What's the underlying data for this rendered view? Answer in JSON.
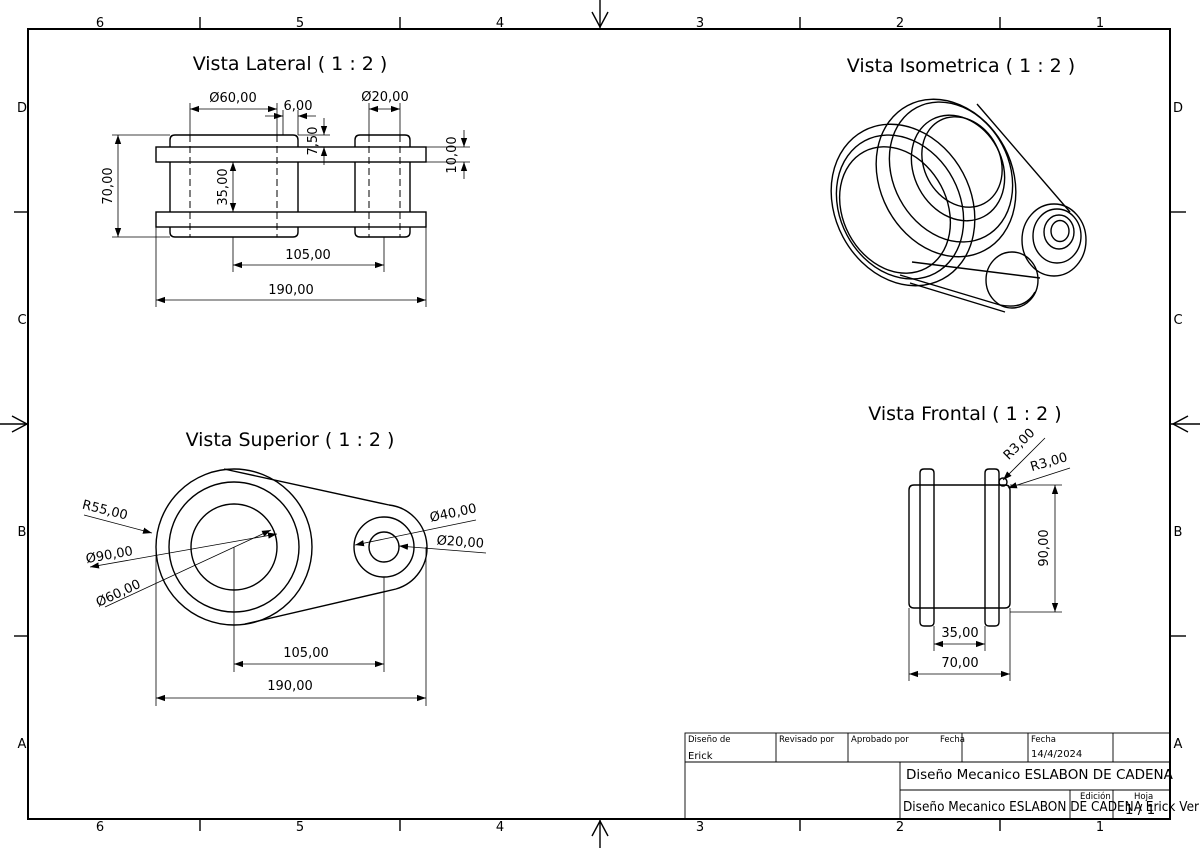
{
  "zones": {
    "columns": [
      "6",
      "5",
      "4",
      "3",
      "2",
      "1"
    ],
    "rows": [
      "D",
      "C",
      "B",
      "A"
    ]
  },
  "views": {
    "lateral": {
      "title": "Vista Lateral ( 1 : 2 )",
      "dims": {
        "d60": "Ø60,00",
        "w6": "6,00",
        "d20": "Ø20,00",
        "h750": "7,50",
        "h10": "10,00",
        "h70": "70,00",
        "h35": "35,00",
        "c105": "105,00",
        "l190": "190,00"
      }
    },
    "isometric": {
      "title": "Vista Isometrica ( 1 : 2 )"
    },
    "superior": {
      "title": "Vista Superior ( 1 : 2 )",
      "dims": {
        "r55": "R55,00",
        "d90": "Ø90,00",
        "d60": "Ø60,00",
        "d40": "Ø40,00",
        "d20": "Ø20,00",
        "c105": "105,00",
        "l190": "190,00"
      }
    },
    "frontal": {
      "title": "Vista Frontal ( 1 : 2 )",
      "dims": {
        "r3a": "R3,00",
        "r3b": "R3,00",
        "h90": "90,00",
        "w35": "35,00",
        "w70": "70,00"
      }
    }
  },
  "title_block": {
    "labels": {
      "design": "Diseño de",
      "reviewed": "Revisado por",
      "approved": "Aprobado por",
      "date1": "Fecha",
      "date2": "Fecha",
      "edition": "Edición",
      "sheet": "Hoja"
    },
    "designer": "Erick",
    "date_value": "14/4/2024",
    "title_line": "Diseño Mecanico ESLABON DE CADENA",
    "subtitle_line": "Diseño Mecanico ESLABON DE CADENA Erick Ver",
    "sheet_value": "1 / 1"
  }
}
